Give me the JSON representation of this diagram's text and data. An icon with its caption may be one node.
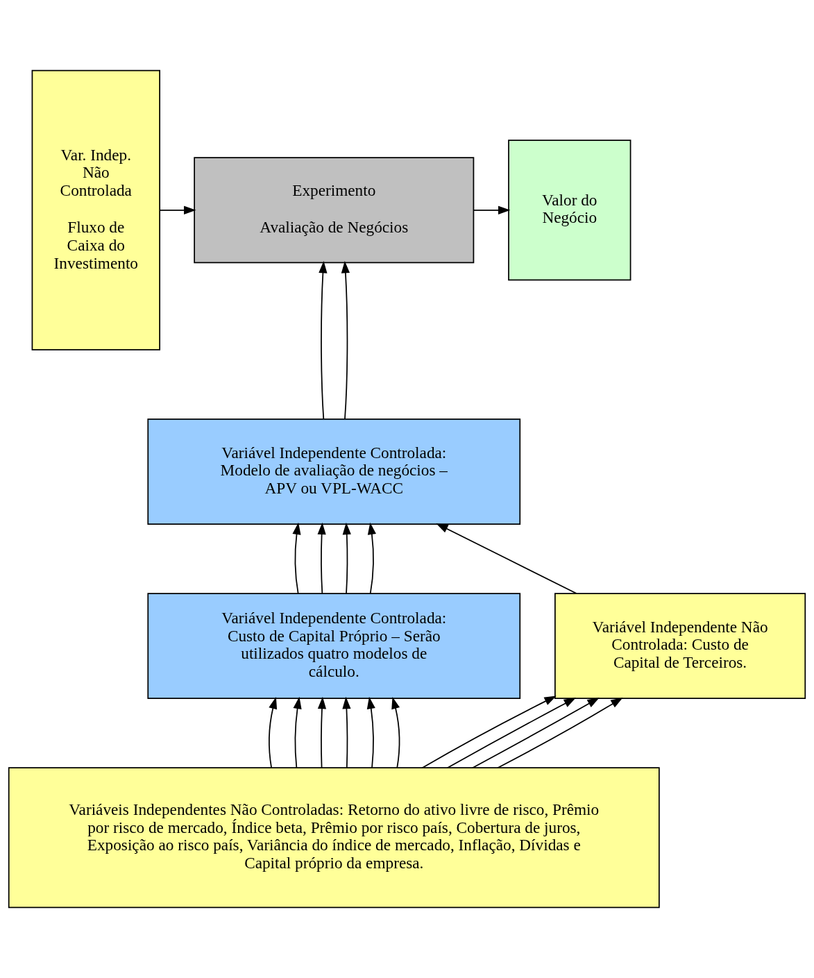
{
  "diagram": {
    "nodes": [
      {
        "text": [
          "Var. Indep. Não Controlada",
          "Fluxo de Caixa do Investimento"
        ]
      },
      {
        "text": [
          "Experimento",
          "Avaliação de Negócios"
        ]
      },
      {
        "text": [
          "Valor do Negócio"
        ]
      },
      {
        "text": [
          "Variável Independente Controlada: Modelo de avaliação de negócios – APV ou VPL-WACC"
        ]
      },
      {
        "text": [
          "Variável Independente Controlada: Custo de Capital Próprio – Serão utilizados quatro modelos de cálculo."
        ]
      },
      {
        "text": [
          "Variável Independente Não Controlada: Custo de Capital de Terceiros."
        ]
      },
      {
        "text": [
          "Variáveis Independentes Não Controladas: Retorno do ativo livre de risco, Prêmio por risco de mercado, Índice beta, Prêmio por risco país, Cobertura de juros, Exposição ao risco país, Variância do índice de mercado, Inflação, Dívidas e Capital próprio da empresa."
        ]
      }
    ],
    "edges": [
      {
        "from": 0,
        "to": 1,
        "arrow": "to"
      },
      {
        "from": 1,
        "to": 2,
        "arrow": "to"
      },
      {
        "from": 3,
        "to": 1,
        "arrow": "to"
      },
      {
        "from": 3,
        "to": 1,
        "arrow": "to"
      },
      {
        "from": 4,
        "to": 3,
        "arrow": "to"
      },
      {
        "from": 4,
        "to": 3,
        "arrow": "to"
      },
      {
        "from": 4,
        "to": 3,
        "arrow": "to"
      },
      {
        "from": 4,
        "to": 3,
        "arrow": "to"
      },
      {
        "from": 5,
        "to": 3,
        "arrow": "to"
      },
      {
        "from": 6,
        "to": 4,
        "arrow": "to"
      },
      {
        "from": 6,
        "to": 4,
        "arrow": "to"
      },
      {
        "from": 6,
        "to": 4,
        "arrow": "to"
      },
      {
        "from": 6,
        "to": 4,
        "arrow": "to"
      },
      {
        "from": 6,
        "to": 4,
        "arrow": "to"
      },
      {
        "from": 6,
        "to": 4,
        "arrow": "to"
      },
      {
        "from": 6,
        "to": 5,
        "arrow": "to"
      },
      {
        "from": 6,
        "to": 5,
        "arrow": "to"
      },
      {
        "from": 6,
        "to": 5,
        "arrow": "to"
      },
      {
        "from": 6,
        "to": 5,
        "arrow": "to"
      }
    ]
  }
}
